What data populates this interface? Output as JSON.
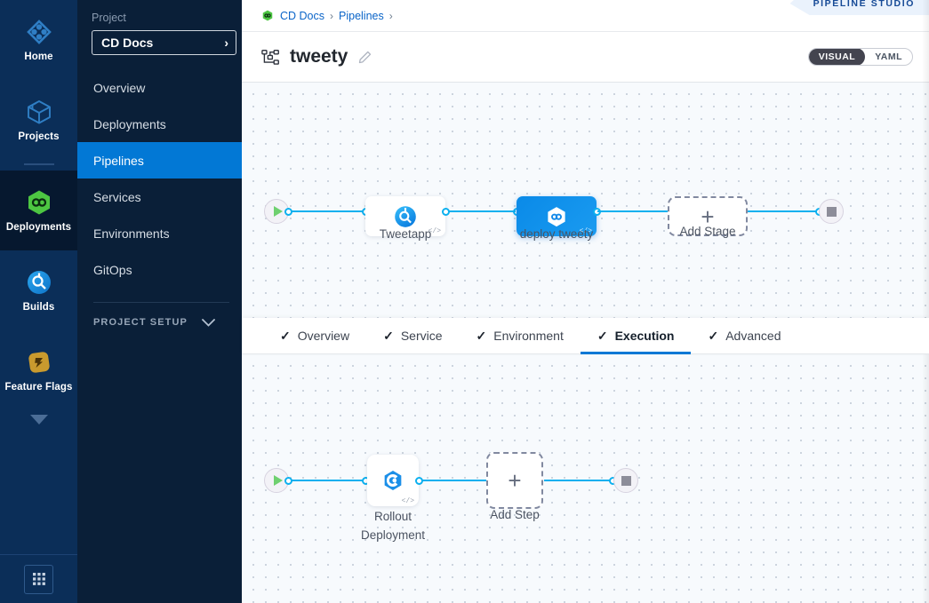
{
  "rail": {
    "items": [
      {
        "label": "Home",
        "icon": "home-diamond-icon",
        "active": false
      },
      {
        "label": "Projects",
        "icon": "cube-icon",
        "active": false
      },
      {
        "label": "Deployments",
        "icon": "deployments-hex-icon",
        "active": true
      },
      {
        "label": "Builds",
        "icon": "builds-circle-icon",
        "active": false
      },
      {
        "label": "Feature Flags",
        "icon": "feature-flags-icon",
        "active": false
      }
    ],
    "expand_icon": "chevron-down-icon",
    "grid_icon": "app-grid-icon"
  },
  "projnav": {
    "section_label": "Project",
    "selected_project": "CD Docs",
    "project_chevron": "›",
    "items": [
      {
        "label": "Overview",
        "active": false
      },
      {
        "label": "Deployments",
        "active": false
      },
      {
        "label": "Pipelines",
        "active": true
      },
      {
        "label": "Services",
        "active": false
      },
      {
        "label": "Environments",
        "active": false
      },
      {
        "label": "GitOps",
        "active": false
      }
    ],
    "setup_label": "PROJECT SETUP",
    "setup_chevron_icon": "chevron-down-icon"
  },
  "breadcrumb": {
    "module_icon": "harness-cd-hex-icon",
    "items": [
      "CD Docs",
      "Pipelines"
    ],
    "separator": "›",
    "studio_badge": "PIPELINE STUDIO"
  },
  "titlebar": {
    "pipeline_icon": "pipeline-tree-icon",
    "pipeline_name": "tweety",
    "edit_icon": "pencil-icon",
    "toggle": {
      "options": [
        "VISUAL",
        "YAML"
      ],
      "selected": "VISUAL"
    }
  },
  "stage_canvas": {
    "start_icon": "play-icon",
    "end_icon": "stop-icon",
    "nodes": [
      {
        "label": "Tweetapp",
        "icon": "build-stage-icon",
        "selected": false,
        "code_tag": "</>"
      },
      {
        "label": "deploy tweety",
        "icon": "deploy-stage-icon",
        "selected": true,
        "code_tag": "</>"
      }
    ],
    "add_node": {
      "label": "Add Stage",
      "plus": "+"
    }
  },
  "tabs": {
    "check_icon": "check-icon",
    "items": [
      {
        "label": "Overview",
        "checked": true,
        "active": false
      },
      {
        "label": "Service",
        "checked": true,
        "active": false
      },
      {
        "label": "Environment",
        "checked": true,
        "active": false
      },
      {
        "label": "Execution",
        "checked": true,
        "active": true
      },
      {
        "label": "Advanced",
        "checked": true,
        "active": false
      }
    ]
  },
  "step_canvas": {
    "start_icon": "play-icon",
    "end_icon": "stop-icon",
    "nodes": [
      {
        "label": "Rollout\nDeployment",
        "icon": "kubernetes-rollout-icon",
        "code_tag": "</>"
      }
    ],
    "add_node": {
      "label": "Add Step",
      "plus": "+"
    }
  },
  "colors": {
    "rail_bg": "#0b2e58",
    "projnav_bg": "#0a1f38",
    "accent_blue": "#0278d5",
    "connector": "#0cb0ef",
    "selected_node": "#0a8ae8",
    "canvas_bg": "#f7fafd"
  }
}
